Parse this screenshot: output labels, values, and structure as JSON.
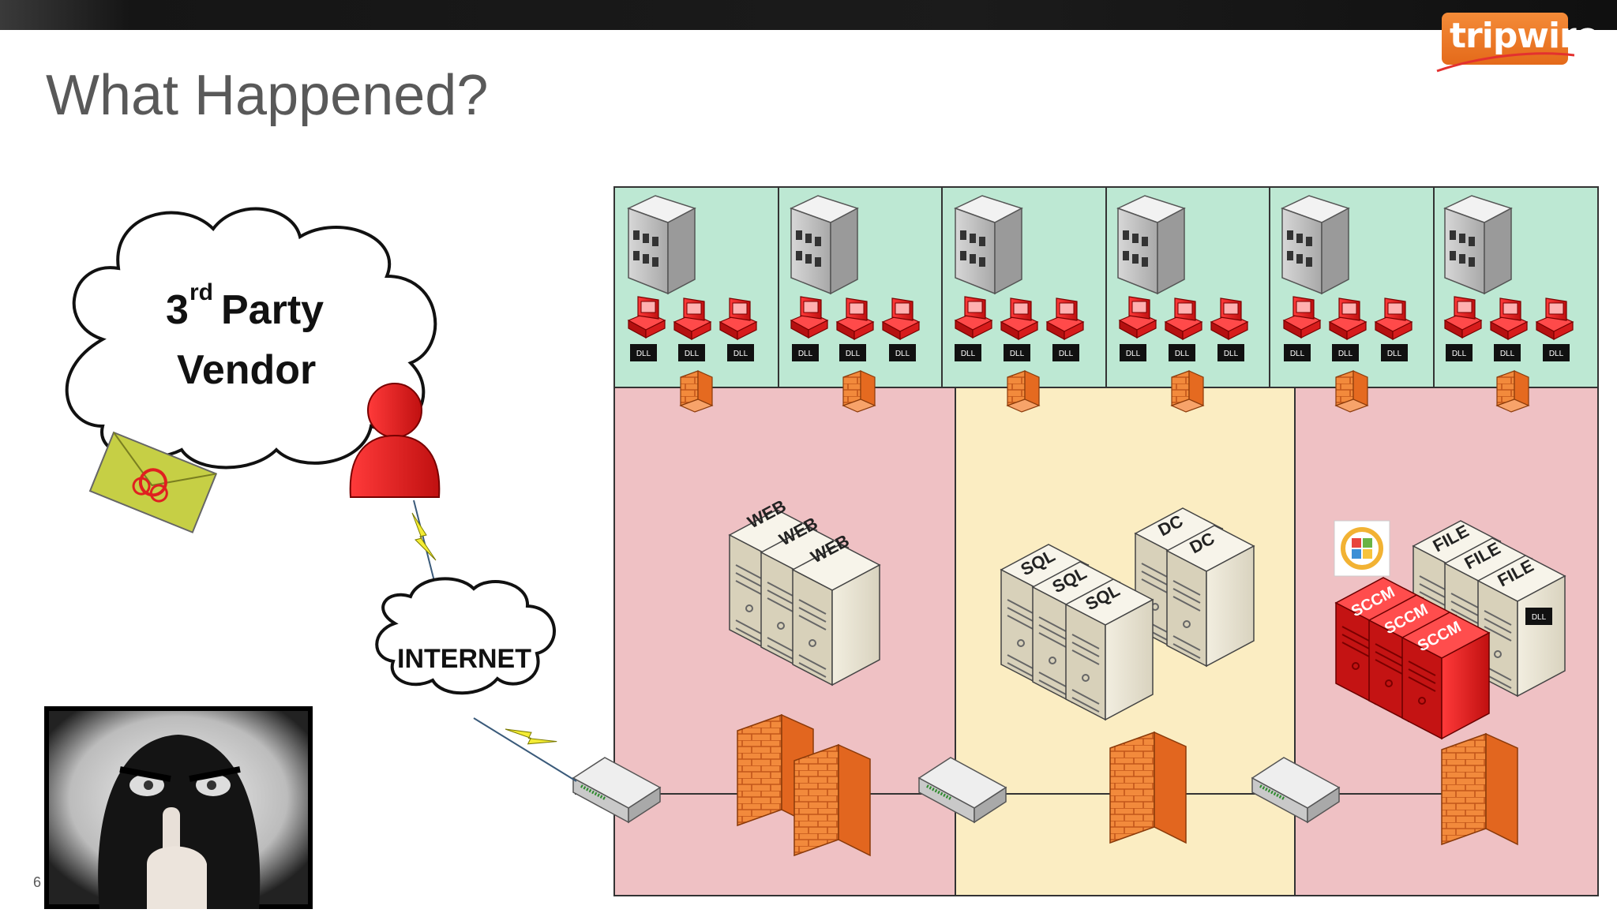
{
  "slide": {
    "title": "What Happened?",
    "page_number": "6",
    "logo_text": "tripwire"
  },
  "vendor_cloud": {
    "line1_prefix": "3",
    "line1_superscript": "rd",
    "line1_suffix": " Party",
    "line2": "Vendor"
  },
  "internet_cloud": {
    "label": "INTERNET"
  },
  "dll_label": "DLL",
  "servers": {
    "web": [
      "WEB",
      "WEB",
      "WEB"
    ],
    "sql": [
      "SQL",
      "SQL",
      "SQL"
    ],
    "dc": [
      "DC",
      "DC"
    ],
    "file": [
      "FILE",
      "FILE",
      "FILE"
    ],
    "sccm": [
      "SCCM",
      "SCCM",
      "SCCM"
    ]
  },
  "colors": {
    "store_zone": "#bde8d3",
    "dmz_zone": "#efc1c4",
    "core_zone": "#fbedc2",
    "infected": "#e31b1b",
    "firewall": "#f07a2a",
    "logo": "#f07b2a"
  }
}
